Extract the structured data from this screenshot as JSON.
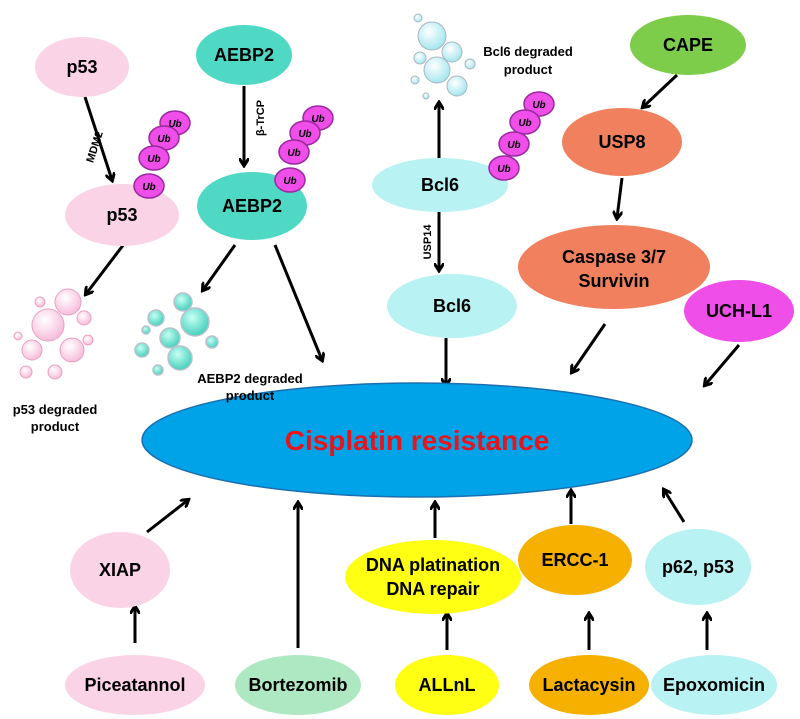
{
  "center": {
    "label": "Cisplatin resistance",
    "fill": "#00a2e8",
    "text_color": "#e8141c"
  },
  "nodes": {
    "p53_top": "p53",
    "p53_mid": "p53",
    "aebp2_top": "AEBP2",
    "aebp2_mid": "AEBP2",
    "bcl6_top": "Bcl6",
    "bcl6_mid": "Bcl6",
    "cape": "CAPE",
    "usp8": "USP8",
    "caspase_line1": "Caspase 3/7",
    "caspase_line2": "Survivin",
    "uchl1": "UCH-L1",
    "xiap": "XIAP",
    "dna_line1": "DNA platination",
    "dna_line2": "DNA repair",
    "ercc1": "ERCC-1",
    "p62p53": "p62, p53",
    "piceatannol": "Piceatannol",
    "bortezomib": "Bortezomib",
    "allnl": "ALLnL",
    "lactacysin": "Lactacysin",
    "epoxomicin": "Epoxomicin"
  },
  "enzymes": {
    "mdm2": "MDM2",
    "btrcp": "β-TrCP",
    "usp14": "USP14"
  },
  "ubiquitin": "Ub",
  "degraded": {
    "p53_line1": "p53 degraded",
    "p53_line2": "product",
    "aebp2_line1": "AEBP2 degraded",
    "aebp2_line2": "product",
    "bcl6_line1": "Bcl6 degraded",
    "bcl6_line2": "product"
  },
  "colors": {
    "pink": "#fad4e6",
    "teal": "#4fd8c4",
    "cyan": "#b8f2f2",
    "green": "#7dcc4a",
    "salmon": "#f0805e",
    "magenta": "#f04ee8",
    "yellow": "#ffff14",
    "orange": "#f5b000",
    "mint": "#aee8c2"
  }
}
